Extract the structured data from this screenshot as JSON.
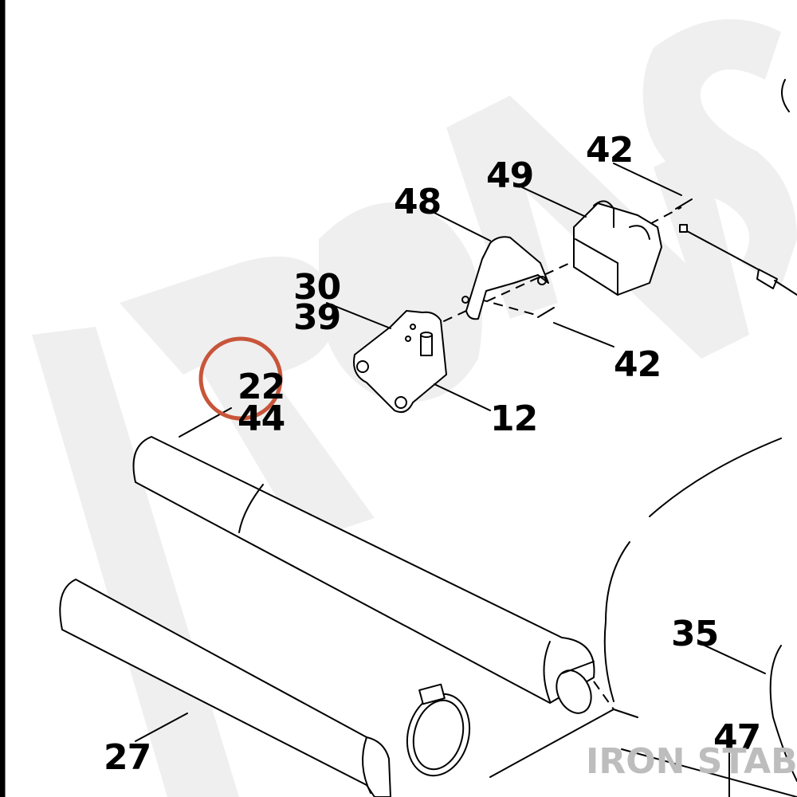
{
  "diagram": {
    "part_numbers": {
      "p42_top": "42",
      "p49": "49",
      "p48": "48",
      "p30": "30",
      "p39": "39",
      "p42_bottom": "42",
      "p22": "22",
      "p44": "44",
      "p12": "12",
      "p35": "35",
      "p47": "47",
      "p27": "27"
    },
    "highlight": {
      "circled_part": "22",
      "color": "#c8553a"
    },
    "watermark": {
      "text": "IRON STABLE",
      "color": "#bdbdbd"
    },
    "colors": {
      "line": "#000000",
      "background": "#ffffff",
      "watermark_shape": "#efefef"
    }
  }
}
